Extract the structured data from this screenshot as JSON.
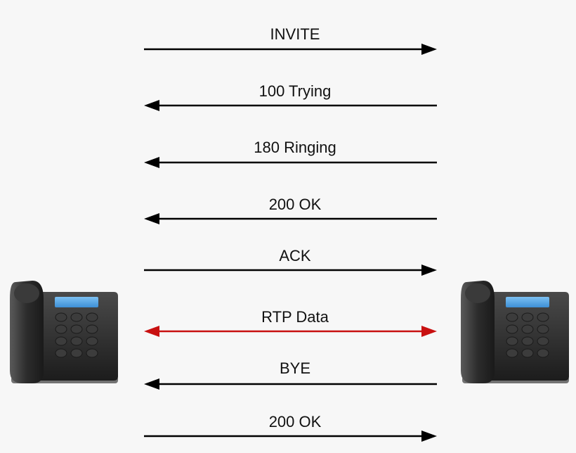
{
  "messages": [
    {
      "label": "INVITE",
      "direction": "right",
      "color": "#000000"
    },
    {
      "label": "100 Trying",
      "direction": "left",
      "color": "#000000"
    },
    {
      "label": "180 Ringing",
      "direction": "left",
      "color": "#000000"
    },
    {
      "label": "200 OK",
      "direction": "left",
      "color": "#000000"
    },
    {
      "label": "ACK",
      "direction": "right",
      "color": "#000000"
    },
    {
      "label": "RTP Data",
      "direction": "both",
      "color": "#c81010"
    },
    {
      "label": "BYE",
      "direction": "left",
      "color": "#000000"
    },
    {
      "label": "200 OK",
      "direction": "right",
      "color": "#000000"
    }
  ],
  "endpoints": {
    "left": {
      "icon": "desk-phone-icon"
    },
    "right": {
      "icon": "desk-phone-icon"
    }
  },
  "colors": {
    "background": "#f7f7f7",
    "phone_body": "#2b2b2b",
    "screen": "#5aa8e6",
    "signal_arrow": "#000000",
    "media_arrow": "#c81010"
  }
}
